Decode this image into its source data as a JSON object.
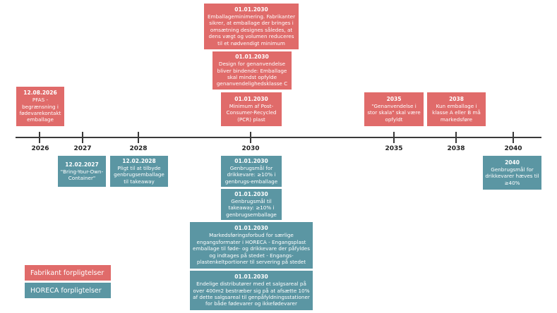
{
  "years": [
    "2026",
    "2027",
    "2028",
    "2030",
    "2035",
    "2038",
    "2040"
  ],
  "boxes": {
    "pfas": {
      "date": "12.08.2026",
      "text": "PFAS - begrænsning i fødevarekontakt emballage"
    },
    "min": {
      "date": "01.01.2030",
      "text": "Emballageminimering. Fabrikanter sikrer, at emballage der bringes i omsætning designes således, at dens vægt og volumen reduceres til et nødvendigt minimum"
    },
    "design": {
      "date": "01.01.2030",
      "text": "Design for genanvendelse bliver bindende: Emballage skal mindst opfylde genanvendelighedsklasse C"
    },
    "pcr": {
      "date": "01.01.2030",
      "text": "Minimum af Post-Consumer-Recycled (PCR) plast"
    },
    "y2035": {
      "date": "2035",
      "text": "\"Genanvendelse i stor skala\" skal være opfyldt"
    },
    "y2038": {
      "date": "2038",
      "text": "Kun emballage i klasse A eller B må markedsføre"
    },
    "byo": {
      "date": "12.02.2027",
      "text": "\"Bring-Your-Own-Container\""
    },
    "pligt": {
      "date": "12.02.2028",
      "text": "Pligt til at tilbyde genbrugsemballage til takeaway"
    },
    "drik": {
      "date": "01.01.2030",
      "text": "Genbrugsmål for drikkevare: ≥10% i genbrugs-emballage"
    },
    "take": {
      "date": "01.01.2030",
      "text": "Genbrugsmål til takeaway: ≥10% i genbrugsemballage"
    },
    "forbud": {
      "date": "01.01.2030",
      "text": "Markedsføringsforbud for særlige engangsformater i HORECA - Engangsplast emballage til føde- og drikkevare der påfyldes og indtages på stedet - Engangs-plastenkeltportioner til servering på stedet"
    },
    "dist": {
      "date": "01.01.2030",
      "text": "Endelige distributører med et salgsareal på over 400m2 bestræber sig på at afsætte 10% af dette salgsareal til genpåfyldningsstationer for både fødevarer og ikkefødevarer"
    },
    "y2040": {
      "date": "2040",
      "text": "Genbrugsmål for drikkevarer hæves til ≥40%"
    }
  },
  "legend": {
    "fabrikant": "Fabrikant forpligtelser",
    "horeca": "HORECA forpligtelser"
  },
  "colors": {
    "fabrikant": "#e06b6a",
    "horeca": "#5b96a3",
    "axis": "#3a3a3a"
  }
}
